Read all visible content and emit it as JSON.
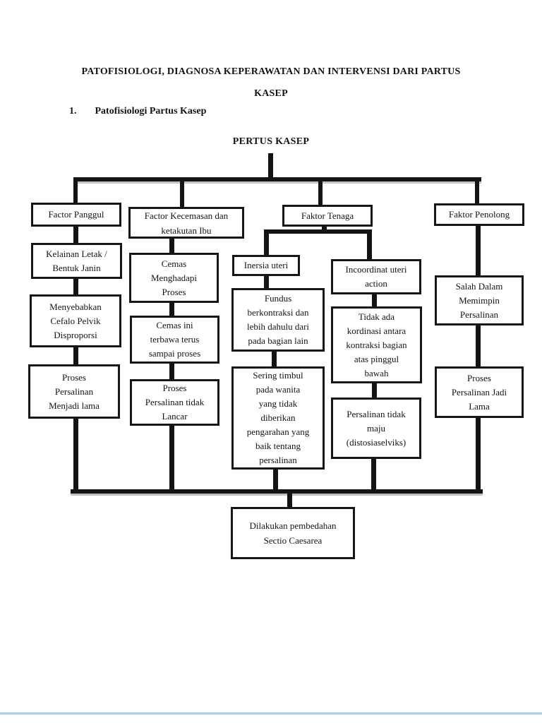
{
  "header": {
    "title_line1": "PATOFISIOLOGI, DIAGNOSA KEPERAWATAN DAN INTERVENSI DARI PARTUS",
    "title_line2": "KASEP",
    "section_number": "1.",
    "section_title": "Patofisiologi Partus Kasep"
  },
  "flowchart": {
    "root_label": "PERTUS KASEP",
    "nodes": {
      "factor_panggul": "Factor Panggul",
      "kelainan_letak": "Kelainan Letak /\nBentuk Janin",
      "menyebabkan_cefalo": "Menyebabkan\nCefalo Pelvik\nDisproporsi",
      "proses_menjadi_lama": "Proses\nPersalinan\nMenjadi lama",
      "factor_kecemasan": "Factor Kecemasan dan\nketakutan Ibu",
      "cemas_menghadapi": "Cemas\nMenghadapi\nProses",
      "cemas_terbawa": "Cemas ini\nterbawa terus\nsampai proses",
      "proses_tidak_lancar": "Proses\nPersalinan tidak\nLancar",
      "faktor_tenaga": "Faktor Tenaga",
      "inersia_uteri": "Inersia uteri",
      "fundus_berkontraksi": "Fundus\nberkontraksi dan\nlebih dahulu dari\npada bagian lain",
      "sering_timbul": "Sering timbul\npada wanita\nyang tidak\ndiberikan\npengarahan yang\nbaik tentang\npersalinan",
      "incoordinat_uteri": "Incoordinat uteri\naction",
      "tidak_ada_kordinasi": "Tidak ada\nkordinasi antara\nkontraksi bagian\natas pinggul\nbawah",
      "persalinan_tidak_maju": "Persalinan tidak\nmaju\n(distosiaselviks)",
      "faktor_penolong": "Faktor Penolong",
      "salah_memimpin": "Salah Dalam\nMemimpin\nPersalinan",
      "proses_jadi_lama": "Proses\nPersalinan Jadi\nLama",
      "sectio_caesarea": "Dilakukan pembedahan\nSectio Caesarea"
    },
    "edges": [
      [
        "root",
        "factor_panggul"
      ],
      [
        "root",
        "factor_kecemasan"
      ],
      [
        "root",
        "faktor_tenaga"
      ],
      [
        "root",
        "faktor_penolong"
      ],
      [
        "factor_panggul",
        "kelainan_letak"
      ],
      [
        "kelainan_letak",
        "menyebabkan_cefalo"
      ],
      [
        "menyebabkan_cefalo",
        "proses_menjadi_lama"
      ],
      [
        "factor_kecemasan",
        "cemas_menghadapi"
      ],
      [
        "cemas_menghadapi",
        "cemas_terbawa"
      ],
      [
        "cemas_terbawa",
        "proses_tidak_lancar"
      ],
      [
        "faktor_tenaga",
        "inersia_uteri"
      ],
      [
        "faktor_tenaga",
        "incoordinat_uteri"
      ],
      [
        "inersia_uteri",
        "fundus_berkontraksi"
      ],
      [
        "fundus_berkontraksi",
        "sering_timbul"
      ],
      [
        "incoordinat_uteri",
        "tidak_ada_kordinasi"
      ],
      [
        "tidak_ada_kordinasi",
        "persalinan_tidak_maju"
      ],
      [
        "proses_menjadi_lama",
        "sectio_caesarea"
      ],
      [
        "proses_tidak_lancar",
        "sectio_caesarea"
      ],
      [
        "sering_timbul",
        "sectio_caesarea"
      ],
      [
        "persalinan_tidak_maju",
        "sectio_caesarea"
      ],
      [
        "proses_jadi_lama",
        "sectio_caesarea"
      ],
      [
        "faktor_penolong",
        "salah_memimpin"
      ],
      [
        "salah_memimpin",
        "proses_jadi_lama"
      ]
    ]
  },
  "colors": {
    "ink": "#141414",
    "line_shadow": "#828282",
    "page_edge_blue": "#aecde6"
  }
}
